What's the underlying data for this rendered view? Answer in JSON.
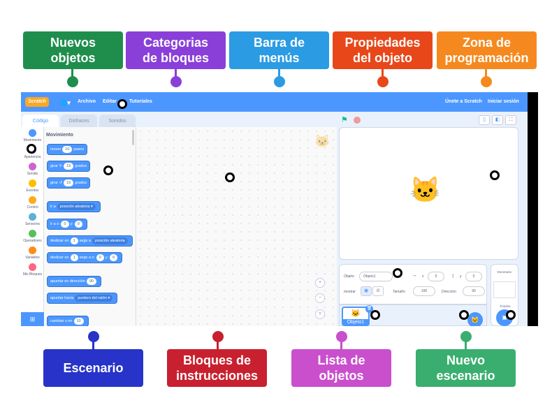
{
  "top_labels": [
    {
      "text": "Nuevos\nobjetos",
      "color": "#1f8e4d"
    },
    {
      "text": "Categorias\nde bloques",
      "color": "#8a3fd9"
    },
    {
      "text": "Barra de\nmenús",
      "color": "#2b9be3"
    },
    {
      "text": "Propiedades\ndel objeto",
      "color": "#e8471a"
    },
    {
      "text": "Zona de\nprogramación",
      "color": "#f5891f"
    }
  ],
  "bottom_labels": [
    {
      "text": "Escenario",
      "color": "#2733c9"
    },
    {
      "text": "Bloques de\ninstrucciones",
      "color": "#c8202f"
    },
    {
      "text": "Lista de\nobjetos",
      "color": "#c94fcd"
    },
    {
      "text": "Nuevo\nescenario",
      "color": "#3aae6e"
    }
  ],
  "menu": {
    "logo": "Scratch",
    "file": "Archivo",
    "edit": "Editar",
    "tutorials": "Tutoriales",
    "join": "Únete a Scratch",
    "signin": "Iniciar sesión"
  },
  "tabs": {
    "code": "Código",
    "costumes": "Disfraces",
    "sounds": "Sonidos"
  },
  "categories": [
    {
      "label": "Movimiento",
      "color": "#4c97ff"
    },
    {
      "label": "Apariencia",
      "color": "#9966ff"
    },
    {
      "label": "Sonido",
      "color": "#cf63cf"
    },
    {
      "label": "Eventos",
      "color": "#ffbf00"
    },
    {
      "label": "Control",
      "color": "#ffab19"
    },
    {
      "label": "Sensores",
      "color": "#5cb1d6"
    },
    {
      "label": "Operadores",
      "color": "#59c059"
    },
    {
      "label": "Variables",
      "color": "#ff8c1a"
    },
    {
      "label": "Mis Bloques",
      "color": "#ff6680"
    }
  ],
  "palette": {
    "heading": "Movimiento",
    "blocks": {
      "move": {
        "a": "mover",
        "v": "10",
        "b": "pasos"
      },
      "turn_r": {
        "a": "girar ↻",
        "v": "15",
        "b": "grados"
      },
      "turn_l": {
        "a": "girar ↺",
        "v": "15",
        "b": "grados"
      },
      "goto": {
        "a": "ir a",
        "d": "posición aleatoria ▾"
      },
      "gotoxy": {
        "a": "ir a x:",
        "x": "0",
        "m": "y:",
        "y": "0"
      },
      "glide": {
        "a": "deslizar en",
        "v": "1",
        "b": "segs a",
        "d": "posición aleatoria"
      },
      "glidexy": {
        "a": "deslizar en",
        "v": "1",
        "b": "segs a x:",
        "x": "0",
        "m": "y:",
        "y": "0"
      },
      "point": {
        "a": "apuntar en dirección",
        "v": "90"
      },
      "towards": {
        "a": "apuntar hacia",
        "d": "puntero del ratón ▾"
      },
      "changex": {
        "a": "cambiar x en",
        "v": "10"
      }
    }
  },
  "sprite": {
    "object_label": "Objeto",
    "name": "Objeto1",
    "x_label": "x",
    "x": "0",
    "y_label": "y",
    "y": "0",
    "show_label": "mostrar",
    "size_label": "Tamaño",
    "size": "100",
    "dir_label": "Dirección",
    "dir": "90",
    "thumb_label": "Objeto1"
  },
  "stage_pane": {
    "title": "Escenario",
    "backdrops": "Fondos"
  },
  "zoom": {
    "in": "+",
    "out": "−",
    "reset": "="
  }
}
